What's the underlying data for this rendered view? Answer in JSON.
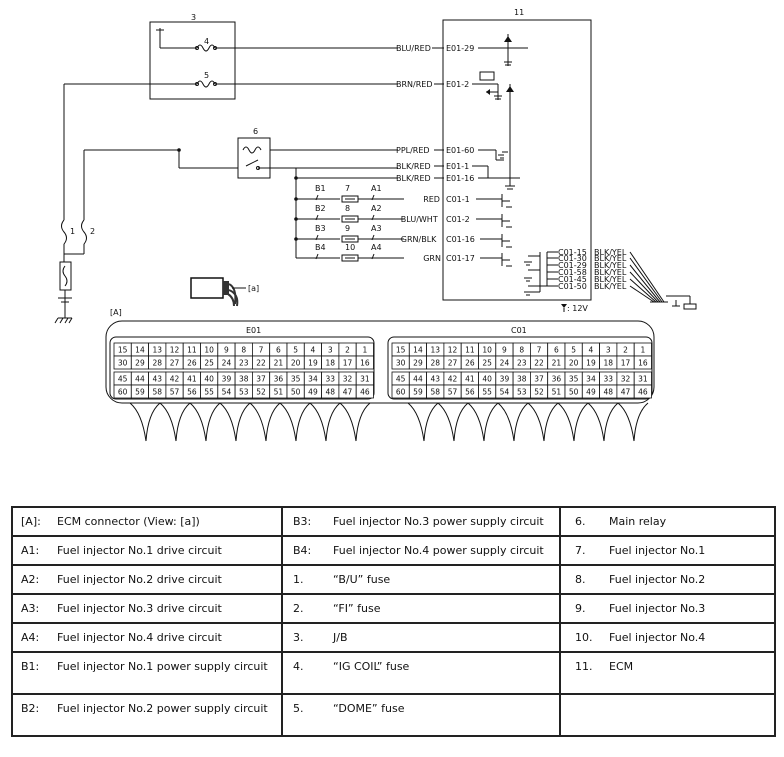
{
  "diagram": {
    "jb_number": "3",
    "ecm_number": "11",
    "main_relay_number": "6",
    "fuse_numbers": [
      "4",
      "5",
      "1",
      "2"
    ],
    "injectors": [
      {
        "num": "7",
        "b": "B1",
        "a": "A1",
        "wire": "RED",
        "pin": "C01-1"
      },
      {
        "num": "8",
        "b": "B2",
        "a": "A2",
        "wire": "BLU/WHT",
        "pin": "C01-2"
      },
      {
        "num": "9",
        "b": "B3",
        "a": "A3",
        "wire": "GRN/BLK",
        "pin": "C01-16"
      },
      {
        "num": "10",
        "b": "B4",
        "a": "A4",
        "wire": "GRN",
        "pin": "C01-17"
      }
    ],
    "wires": {
      "blu_red": "BLU/RED",
      "e01_29": "E01-29",
      "brn_red": "BRN/RED",
      "e01_2": "E01-2",
      "ppl_red": "PPL/RED",
      "e01_60": "E01-60",
      "blk_red_1": "BLK/RED",
      "e01_1": "E01-1",
      "blk_red_2": "BLK/RED",
      "e01_16": "E01-16"
    },
    "ground_pins": [
      "C01-15",
      "C01-30",
      "C01-29",
      "C01-58",
      "C01-45",
      "C01-50"
    ],
    "ground_wire": "BLK/YEL",
    "voltage_note": ": 12V",
    "view_label": "[a]",
    "connector_label": "[A]",
    "connectors": [
      {
        "name": "E01",
        "row1": [
          "15",
          "14",
          "13",
          "12",
          "11",
          "10",
          "9",
          "8",
          "7",
          "6",
          "5",
          "4",
          "3",
          "2",
          "1"
        ],
        "row2": [
          "30",
          "29",
          "28",
          "27",
          "26",
          "25",
          "24",
          "23",
          "22",
          "21",
          "20",
          "19",
          "18",
          "17",
          "16"
        ],
        "row3": [
          "45",
          "44",
          "43",
          "42",
          "41",
          "40",
          "39",
          "38",
          "37",
          "36",
          "35",
          "34",
          "33",
          "32",
          "31"
        ],
        "row4": [
          "60",
          "59",
          "58",
          "57",
          "56",
          "55",
          "54",
          "53",
          "52",
          "51",
          "50",
          "49",
          "48",
          "47",
          "46"
        ]
      },
      {
        "name": "C01",
        "row1": [
          "15",
          "14",
          "13",
          "12",
          "11",
          "10",
          "9",
          "8",
          "7",
          "6",
          "5",
          "4",
          "3",
          "2",
          "1"
        ],
        "row2": [
          "30",
          "29",
          "28",
          "27",
          "26",
          "25",
          "24",
          "23",
          "22",
          "21",
          "20",
          "19",
          "18",
          "17",
          "16"
        ],
        "row3": [
          "45",
          "44",
          "43",
          "42",
          "41",
          "40",
          "39",
          "38",
          "37",
          "36",
          "35",
          "34",
          "33",
          "32",
          "31"
        ],
        "row4": [
          "60",
          "59",
          "58",
          "57",
          "56",
          "55",
          "54",
          "53",
          "52",
          "51",
          "50",
          "49",
          "48",
          "47",
          "46"
        ]
      }
    ]
  },
  "legend": [
    [
      {
        "k": "[A]:",
        "v": "ECM connector (View: [a])"
      },
      {
        "k": "B3:",
        "v": "Fuel injector No.3 power supply circuit"
      },
      {
        "k": "6.",
        "v": "Main relay"
      }
    ],
    [
      {
        "k": "A1:",
        "v": "Fuel injector No.1 drive circuit"
      },
      {
        "k": "B4:",
        "v": "Fuel injector No.4 power supply circuit"
      },
      {
        "k": "7.",
        "v": "Fuel injector No.1"
      }
    ],
    [
      {
        "k": "A2:",
        "v": "Fuel injector No.2 drive circuit"
      },
      {
        "k": "1.",
        "v": "“B/U” fuse"
      },
      {
        "k": "8.",
        "v": "Fuel injector No.2"
      }
    ],
    [
      {
        "k": "A3:",
        "v": "Fuel injector No.3 drive circuit"
      },
      {
        "k": "2.",
        "v": "“FI” fuse"
      },
      {
        "k": "9.",
        "v": "Fuel injector No.3"
      }
    ],
    [
      {
        "k": "A4:",
        "v": "Fuel injector No.4 drive circuit"
      },
      {
        "k": "3.",
        "v": "J/B"
      },
      {
        "k": "10.",
        "v": "Fuel injector No.4"
      }
    ],
    [
      {
        "k": "B1:",
        "v": "Fuel injector No.1 power supply circuit"
      },
      {
        "k": "4.",
        "v": "“IG COIL” fuse"
      },
      {
        "k": "11.",
        "v": "ECM"
      }
    ],
    [
      {
        "k": "B2:",
        "v": "Fuel injector No.2 power supply circuit"
      },
      {
        "k": "5.",
        "v": "“DOME” fuse"
      },
      {
        "k": "",
        "v": ""
      }
    ]
  ]
}
